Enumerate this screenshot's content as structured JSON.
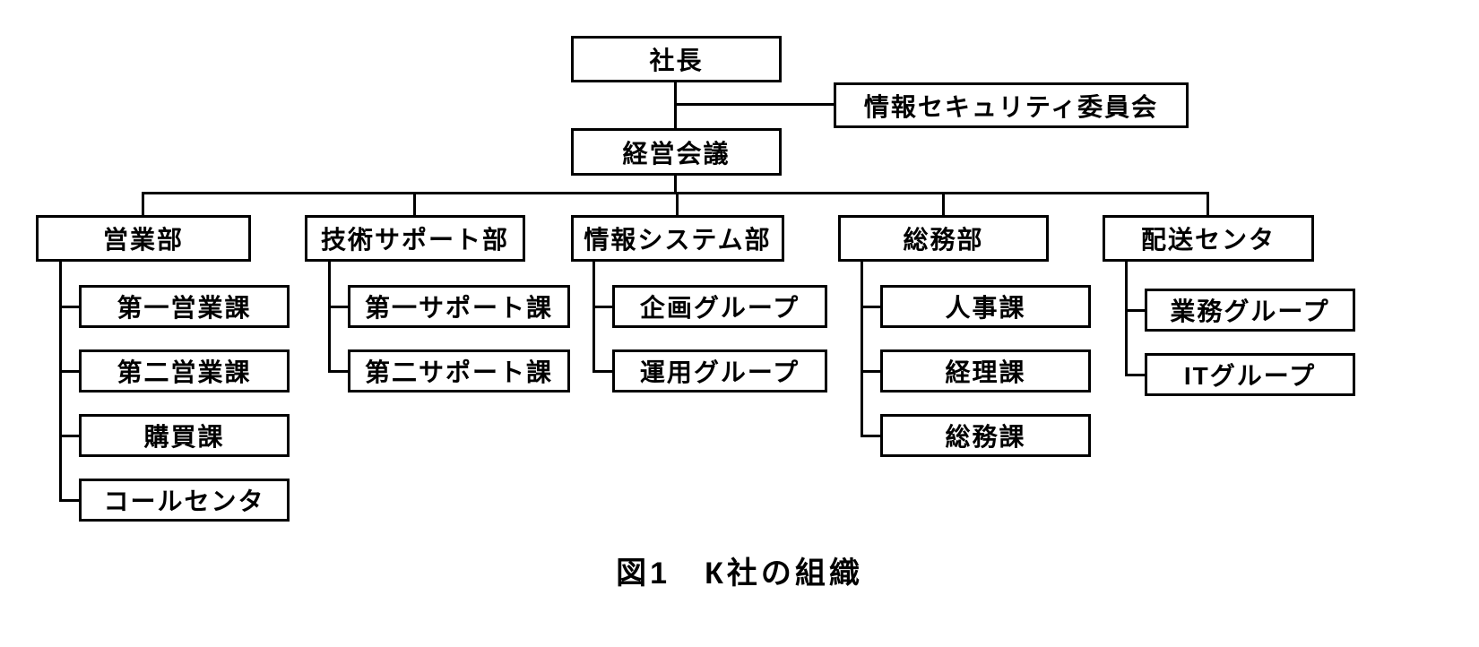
{
  "figure": {
    "caption": "図1　К社の組織"
  },
  "colors": {
    "line": "#000000",
    "background": "#ffffff"
  },
  "org": {
    "president": "社長",
    "committee": "情報セキュリティ委員会",
    "board": "経営会議",
    "departments": [
      {
        "label": "営業部",
        "children": [
          "第一営業課",
          "第二営業課",
          "購買課",
          "コールセンタ"
        ]
      },
      {
        "label": "技術サポート部",
        "children": [
          "第一サポート課",
          "第二サポート課"
        ]
      },
      {
        "label": "情報システム部",
        "children": [
          "企画グループ",
          "運用グループ"
        ]
      },
      {
        "label": "総務部",
        "children": [
          "人事課",
          "経理課",
          "総務課"
        ]
      },
      {
        "label": "配送センタ",
        "children": [
          "業務グループ",
          "ITグループ"
        ]
      }
    ]
  }
}
